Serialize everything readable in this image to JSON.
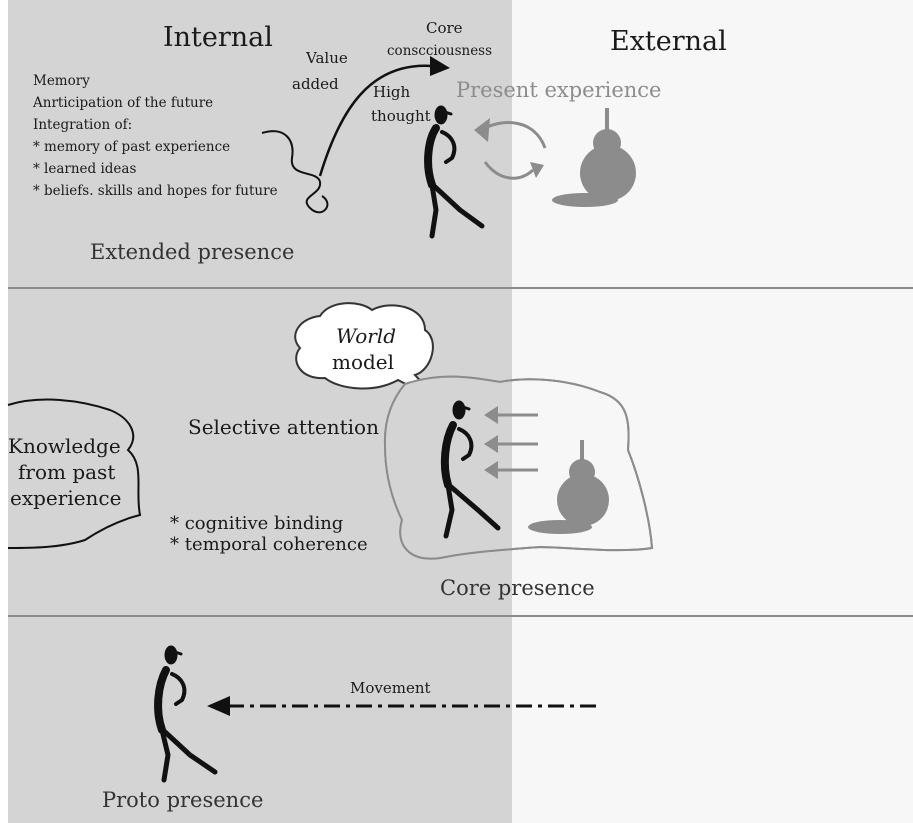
{
  "headers": {
    "internal": "Internal",
    "external": "External"
  },
  "extended": {
    "core_consciousness": "Core consciousness",
    "core_line1": "Core",
    "core_line2": "conscciousness",
    "value_added_line1": "Value",
    "value_added_line2": "added",
    "high_thought_line1": "High",
    "high_thought_line2": "thought",
    "present_experience": "Present experience",
    "items": [
      "Memory",
      "Anrticipation of the future",
      "Integration of:",
      "* memory of past experience",
      "* learned ideas",
      "* beliefs. skills and hopes for future"
    ],
    "label": "Extended presence"
  },
  "core": {
    "world_model_line1": "World",
    "world_model_line2": "model",
    "knowledge_line1": "Knowledge",
    "knowledge_line2": "from past",
    "knowledge_line3": "experience",
    "selective_attention": "Selective attention",
    "bullets": [
      "* cognitive binding",
      "* temporal coherence"
    ],
    "label": "Core presence"
  },
  "proto": {
    "movement": "Movement",
    "label": "Proto presence"
  },
  "colors": {
    "internal_bg": "#d4d4d4",
    "external_bg": "#f7f7f7",
    "divider": "#8a8a8a",
    "object_gray": "#8c8c8c"
  }
}
